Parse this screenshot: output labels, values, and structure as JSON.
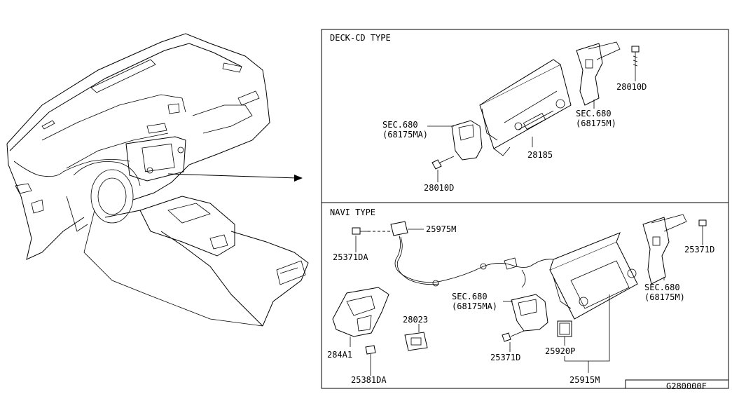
{
  "sections": {
    "deck": {
      "title": "DECK-CD TYPE"
    },
    "navi": {
      "title": "NAVI TYPE"
    }
  },
  "labels": {
    "deck_bolt_right": "28010D",
    "deck_sec_right_1": "SEC.680",
    "deck_sec_right_2": "(68175M)",
    "deck_unit": "28185",
    "deck_sec_left_1": "SEC.680",
    "deck_sec_left_2": "(68175MA)",
    "deck_bolt_left": "28010D",
    "navi_bolt_top_left": "25371DA",
    "navi_cable": "25975M",
    "navi_bolt_right": "25371D",
    "navi_sec_right_1": "SEC.680",
    "navi_sec_right_2": "(68175M)",
    "navi_sec_left_1": "SEC.680",
    "navi_sec_left_2": "(68175MA)",
    "navi_switch": "28023",
    "navi_bracket": "284A1",
    "navi_bolt_bottom": "25381DA",
    "navi_bolt_mid": "25371D",
    "navi_cover": "25920P",
    "navi_unit": "25915M"
  },
  "figure_code": "G280000F"
}
